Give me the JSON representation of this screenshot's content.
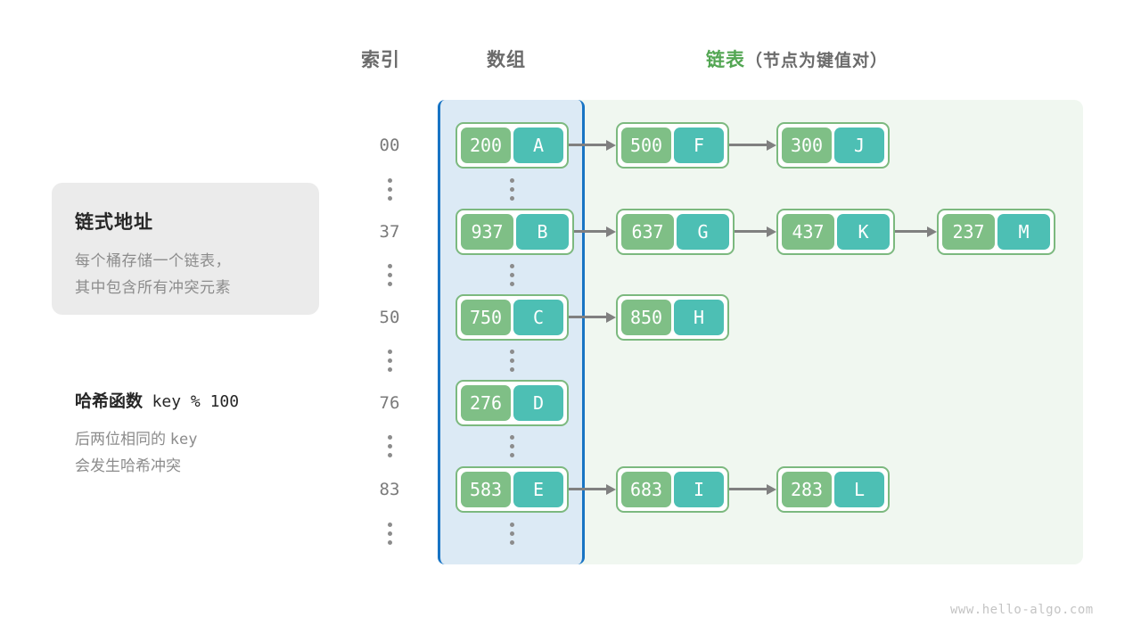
{
  "headers": {
    "index": "索引",
    "array": "数组",
    "list_main": "链表",
    "list_sub": "（节点为键值对）"
  },
  "info_card": {
    "title": "链式地址",
    "line1": "每个桶存储一个链表，",
    "line2": "其中包含所有冲突元素"
  },
  "hash_note": {
    "title_label": "哈希函数",
    "title_expr": "key % 100",
    "line1_a": "后两位相同的 ",
    "line1_b": "key",
    "line2": "会发生哈希冲突"
  },
  "colors": {
    "key_cell": "#7fbf86",
    "value_cell": "#4dbfb4",
    "node_border": "#7cb97f",
    "array_panel_bg": "#dceaf5",
    "array_panel_border": "#1874c4",
    "list_panel_bg": "#f0f7f0",
    "arrow": "#808080",
    "accent_green": "#53a653",
    "index_text": "#7a7a7a",
    "card_bg": "#ebebeb",
    "muted_text": "#8c8c8c"
  },
  "buckets": [
    {
      "index": "00",
      "nodes": [
        {
          "key": "200",
          "value": "A",
          "in_array": true
        },
        {
          "key": "500",
          "value": "F",
          "in_array": false
        },
        {
          "key": "300",
          "value": "J",
          "in_array": false
        }
      ]
    },
    {
      "index": "37",
      "nodes": [
        {
          "key": "937",
          "value": "B",
          "in_array": true
        },
        {
          "key": "637",
          "value": "G",
          "in_array": false
        },
        {
          "key": "437",
          "value": "K",
          "in_array": false
        },
        {
          "key": "237",
          "value": "M",
          "in_array": false
        }
      ]
    },
    {
      "index": "50",
      "nodes": [
        {
          "key": "750",
          "value": "C",
          "in_array": true
        },
        {
          "key": "850",
          "value": "H",
          "in_array": false
        }
      ]
    },
    {
      "index": "76",
      "nodes": [
        {
          "key": "276",
          "value": "D",
          "in_array": true
        }
      ]
    },
    {
      "index": "83",
      "nodes": [
        {
          "key": "583",
          "value": "E",
          "in_array": true
        },
        {
          "key": "683",
          "value": "I",
          "in_array": false
        },
        {
          "key": "283",
          "value": "L",
          "in_array": false
        }
      ]
    }
  ],
  "ellipsis_symbol": "⋮",
  "footer": {
    "watermark": "www.hello-algo.com"
  }
}
